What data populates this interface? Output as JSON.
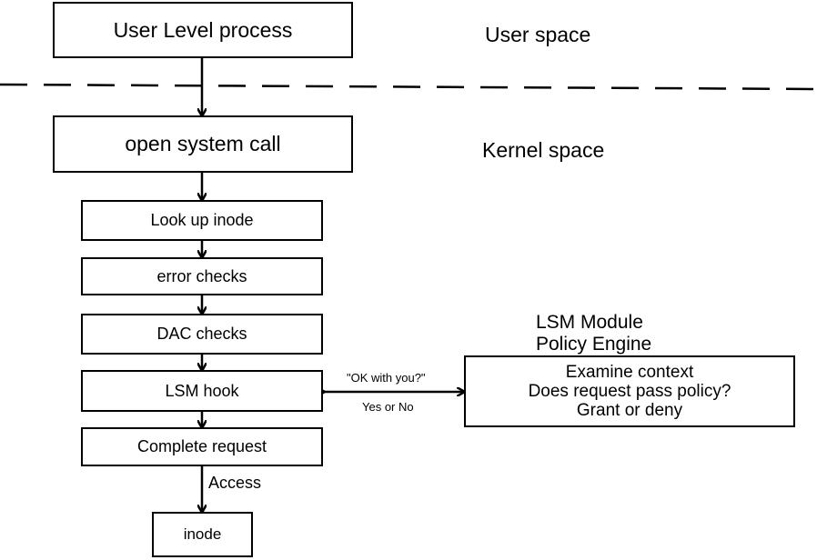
{
  "boxes": {
    "user_process": "User Level process",
    "open_syscall": "open system call",
    "lookup_inode": "Look up inode",
    "error_checks": "error checks",
    "dac_checks": "DAC checks",
    "lsm_hook": "LSM hook",
    "complete_request": "Complete request",
    "inode": "inode"
  },
  "regions": {
    "user_space": "User space",
    "kernel_space": "Kernel space"
  },
  "lsm_module": {
    "title_line1": "LSM Module",
    "title_line2": "Policy Engine",
    "lines": [
      "Examine context",
      "Does request pass policy?",
      "Grant or deny"
    ]
  },
  "edges": {
    "query": "\"OK with you?\"",
    "reply": "Yes or No",
    "access": "Access"
  }
}
